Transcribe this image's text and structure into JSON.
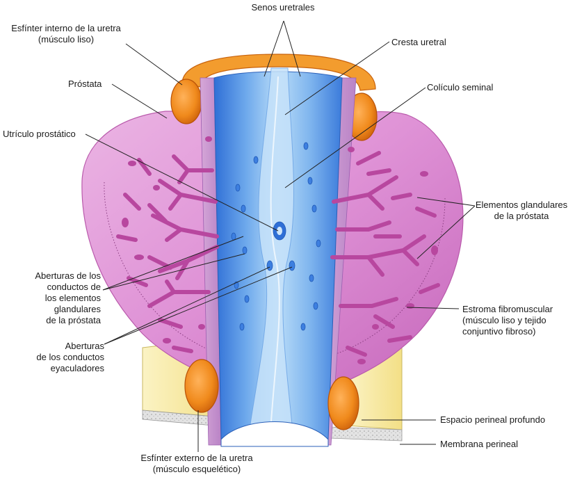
{
  "colors": {
    "prostate": "#d985cf",
    "prostate_light": "#e8b3e0",
    "prostate_edge": "#b95aab",
    "gland": "#b8479f",
    "urethra_dark": "#2f6fd6",
    "urethra_light": "#9cc8f2",
    "sphincter": "#f08a1c",
    "sphincter_dark": "#d8620c",
    "perineal_space": "#f7eaa2",
    "perineal_membrane": "#d9d9d9"
  },
  "labels": {
    "senos_uretrales": "Senos uretrales",
    "esfinter_interno": [
      "Esfínter interno de la uretra",
      "(músculo liso)"
    ],
    "cresta_uretral": "Cresta uretral",
    "prostata": "Próstata",
    "coliculo_seminal": "Colículo seminal",
    "utriculo_prostatico": "Utrículo prostático",
    "elementos_glandulares": [
      "Elementos glandulares",
      "de la próstata"
    ],
    "aberturas_conductos_glandulares": [
      "Aberturas de los",
      "conductos de",
      "los elementos",
      "glandulares",
      "de la próstata"
    ],
    "estroma_fibromuscular": [
      "Estroma fibromuscular",
      "(músculo liso y tejido",
      "conjuntivo fibroso)"
    ],
    "aberturas_conductos_eyaculadores": [
      "Aberturas",
      "de los conductos",
      "eyaculadores"
    ],
    "espacio_perineal_profundo": "Espacio perineal profundo",
    "membrana_perineal": "Membrana perineal",
    "esfinter_externo": [
      "Esfínter externo de la uretra",
      "(músculo esquelético)"
    ]
  }
}
